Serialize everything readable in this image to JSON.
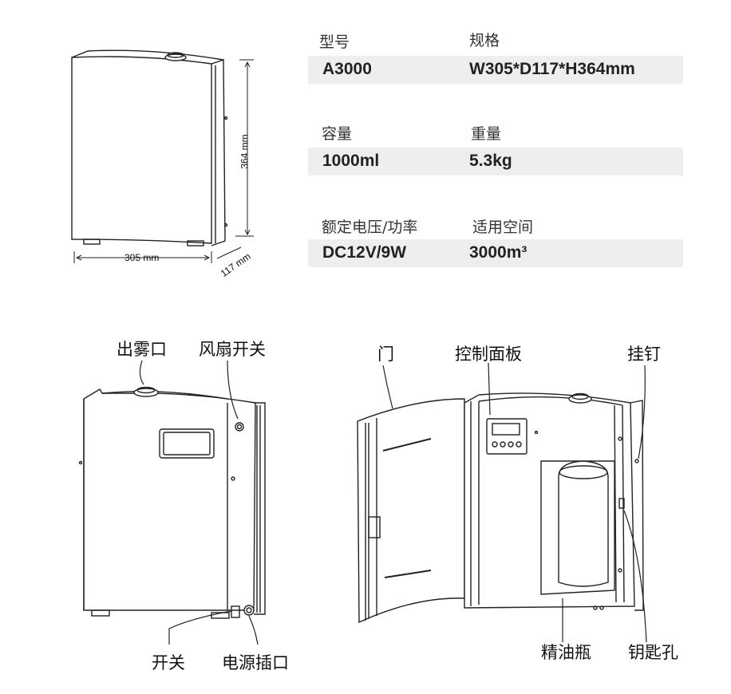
{
  "dimensions": {
    "width": "305 mm",
    "height": "364 mm",
    "depth": "117 mm"
  },
  "specs": {
    "model_label": "型号",
    "model_value": "A3000",
    "size_label": "规格",
    "size_value": "W305*D117*H364mm",
    "capacity_label": "容量",
    "capacity_value": "1000ml",
    "weight_label": "重量",
    "weight_value": "5.3kg",
    "power_label": "额定电压/功率",
    "power_value": "DC12V/9W",
    "space_label": "适用空间",
    "space_value": "3000m³"
  },
  "callouts": {
    "mist_outlet": "出雾口",
    "fan_switch": "风扇开关",
    "switch": "开关",
    "power_socket": "电源插口",
    "door": "门",
    "control_panel": "控制面板",
    "hanging_nail": "挂钉",
    "oil_bottle": "精油瓶",
    "keyhole": "钥匙孔"
  }
}
